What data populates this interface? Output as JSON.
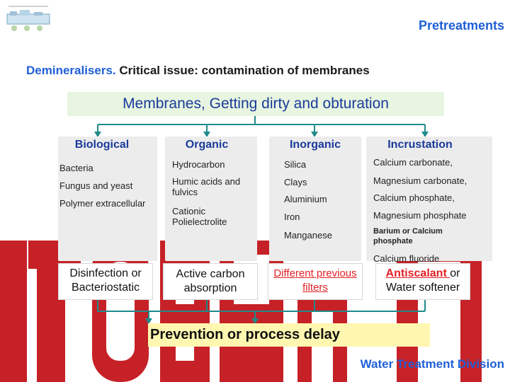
{
  "header": {
    "title": "Pretreatments"
  },
  "subtitle": {
    "highlight": "Demineralisers.",
    "rest": " Critical issue: contamination of membranes"
  },
  "banner": {
    "text": "Membranes, Getting dirty and obturation"
  },
  "columns": [
    {
      "heading": "Biological",
      "items": [
        "Bacteria",
        "Fungus and yeast",
        "Polymer extracellular"
      ],
      "action": "Disinfection or Bacteriostatic"
    },
    {
      "heading": "Organic",
      "items": [
        "Hydrocarbon",
        "Humic acids and fulvics",
        "Cationic Polielectrolite"
      ],
      "action": "Active carbon absorption"
    },
    {
      "heading": "Inorganic",
      "items": [
        "Silica",
        "Clays",
        "Aluminium",
        "Iron",
        "Manganese"
      ],
      "action": "Different previous filters"
    },
    {
      "heading": "Incrustation",
      "items": [
        "Calcium carbonate,",
        "Magnesium carbonate,",
        "Calcium phosphate,",
        "Magnesium phosphate",
        "Barium or Calcium phosphate",
        "Calcium fluoride"
      ],
      "action_highlight": "Antiscalant ",
      "action_rest": "or Water softener"
    }
  ],
  "prevention": {
    "text": "Prevention or process delay"
  },
  "footer": {
    "text": "Water Treatment Division"
  },
  "colors": {
    "accent_blue": "#1f5fd6",
    "connector_teal": "#1f8a8a",
    "highlight_red": "#e31e24",
    "watermark_red": "#c4161c"
  }
}
